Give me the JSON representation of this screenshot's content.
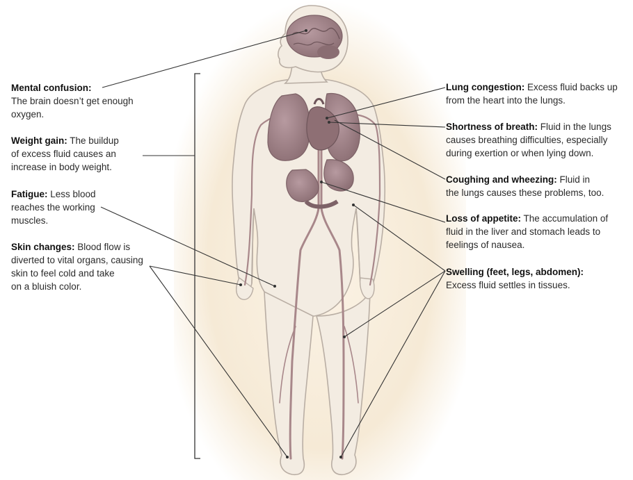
{
  "left_callouts": [
    {
      "title": "Mental confusion:",
      "lines": [
        "",
        "The brain doesn’t get enough",
        "oxygen."
      ]
    },
    {
      "title": "Weight gain:",
      "lines": [
        " The buildup",
        "of excess fluid causes an",
        "increase in body weight."
      ]
    },
    {
      "title": "Fatigue:",
      "lines": [
        " Less blood",
        "reaches the working",
        "muscles."
      ]
    },
    {
      "title": "Skin changes:",
      "lines": [
        " Blood flow is",
        "diverted to vital organs, causing",
        "skin to feel cold and take",
        "on a bluish color."
      ]
    }
  ],
  "right_callouts": [
    {
      "title": "Lung congestion:",
      "lines": [
        " Excess fluid backs up",
        "from the heart into the lungs."
      ]
    },
    {
      "title": "Shortness of breath:",
      "lines": [
        " Fluid in the lungs",
        "causes breathing difficulties, especially",
        "during exertion or when lying down."
      ]
    },
    {
      "title": "Coughing and wheezing:",
      "lines": [
        " Fluid in",
        "the lungs causes these problems, too."
      ]
    },
    {
      "title": "Loss of appetite:",
      "lines": [
        " The accumulation of",
        "fluid in the liver and stomach leads to",
        "feelings of nausea."
      ]
    },
    {
      "title": "Swelling (feet, legs, abdomen):",
      "lines": [
        "",
        "Excess fluid settles in tissues."
      ]
    }
  ],
  "colors": {
    "background_glow": "#f6ead6",
    "body_fill": "#f3ece2",
    "body_outline": "#b9aea4",
    "organ": "#9c7f84",
    "organ_dark": "#7d6267",
    "vessel": "#a8878a",
    "leader_line": "#333333"
  },
  "icons": {
    "figure": "human-body-illustration",
    "brain": "brain-icon",
    "lungs": "lungs-icon",
    "heart": "heart-icon",
    "stomach": "stomach-icon"
  }
}
